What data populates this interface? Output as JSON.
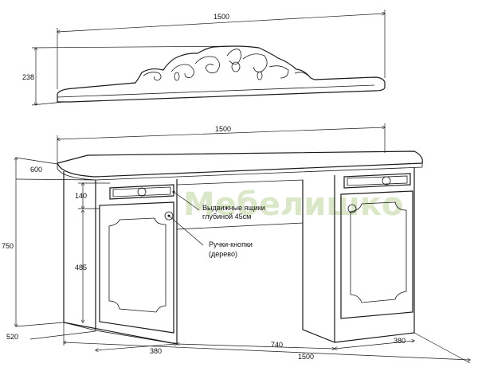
{
  "dimensions": {
    "top_width": "1500",
    "top_height": "238",
    "desk_width_top": "1500",
    "depth_top": "600",
    "drawer_height": "140",
    "total_height": "750",
    "door_height": "485",
    "depth_bottom": "520",
    "left_pedestal": "380",
    "middle_span": "740",
    "right_pedestal": "380",
    "bottom_total": "1500"
  },
  "annotations": {
    "drawers_line1": "Выдвижные ящики",
    "drawers_line2": "глубиной 45см",
    "knobs_line1": "Ручки-кнопки",
    "knobs_line2": "(дерево)"
  },
  "watermark": "Мебелишко",
  "colors": {
    "ink": "#1a1a1a",
    "watermark": "#dbe8c7"
  }
}
